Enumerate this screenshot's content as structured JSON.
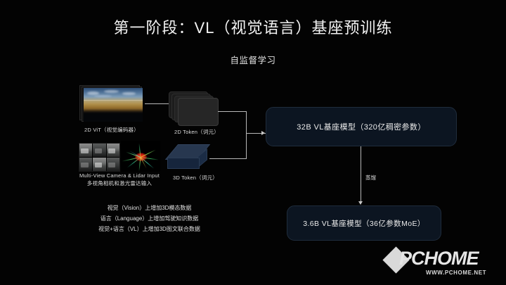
{
  "slide": {
    "title": "第一阶段：VL（视觉语言）基座预训练",
    "subtitle": "自监督学习"
  },
  "pipeline": {
    "vit": {
      "caption": "2D ViT（视觉编码器）",
      "image_name": "panoramic-driving-scene"
    },
    "token2d": {
      "caption": "2D Token（词元）"
    },
    "sensors": {
      "caption_en": "Multi-View Camera & Lidar Input",
      "caption_zh": "多视角相机和激光雷达输入",
      "camera_grid_name": "multi-view-camera-grid",
      "lidar_name": "lidar-point-cloud"
    },
    "token3d": {
      "caption": "3D Token（词元）"
    }
  },
  "models": {
    "base": "32B VL基座模型（320亿稠密参数）",
    "distill_label": "蒸馏",
    "small": "3.6B VL基座模型（36亿参数MoE）"
  },
  "notes": [
    "视觉（Vision）上增加3D模态数据",
    "语言（Language）上增加驾驶知识数据",
    "视觉+语言（VL）上增加3D图文联合数据"
  ],
  "watermark": {
    "brand": "PCHOME",
    "url": "WWW.PCHOME.NET"
  },
  "colors": {
    "background": "#030303",
    "box_fill": "#0c1521",
    "box_border": "#1f2c3c",
    "connector": "#b9b9b9",
    "token3d_blue": "#1b2c45",
    "lidar_core": "#ff3a22"
  }
}
